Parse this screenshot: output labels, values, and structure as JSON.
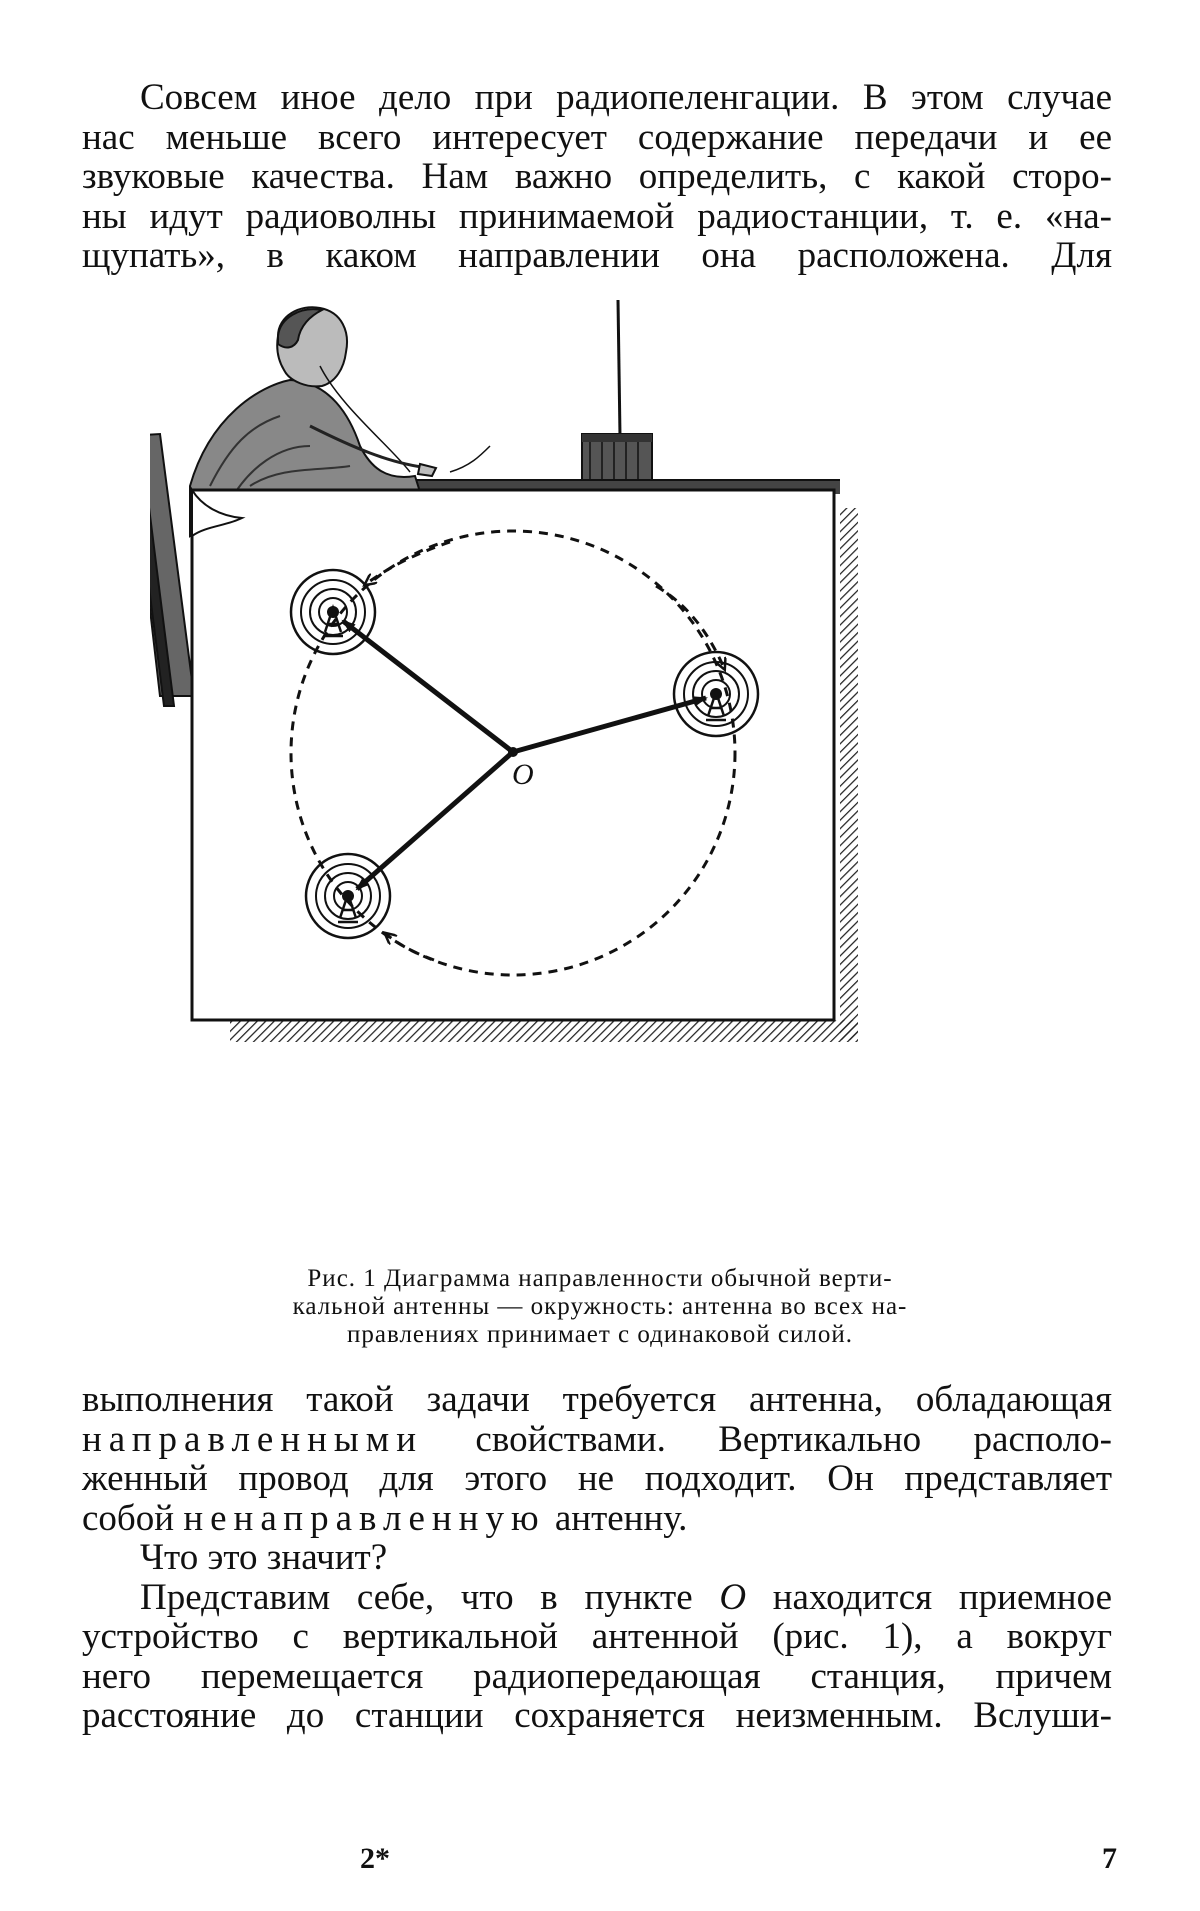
{
  "text_top": {
    "lines": [
      "Совсем иное дело при радиопеленгации. В этом случае",
      "нас меньше всего интересует содержание передачи и ее",
      "звуковые качества. Нам важно определить, с какой сторо-",
      "ны идут радиоволны принимаемой радиостанции, т. е. «на-",
      "щупать», в каком направлении она расположена. Для"
    ]
  },
  "figure": {
    "center_label": "O"
  },
  "caption": {
    "lines": [
      "Рис. 1 Диаграмма направленности обычной верти-",
      "кальной антенны — окружность: антенна во всех на-",
      "правлениях принимает с одинаковой силой."
    ]
  },
  "text_bottom": {
    "line1": "выполнения такой задачи требуется антенна, обладающая",
    "line2_spaced": "направленными",
    "line2_rest": " свойствами. Вертикально располо-",
    "line3": "женный провод для этого не подходит. Он представляет",
    "line4_start": "собой ",
    "line4_spaced": "ненаправленную",
    "line4_end": " антенну.",
    "line5": "Что это значит?",
    "line6_start": "Представим себе, что в пункте ",
    "line6_italic": "O",
    "line6_end": " находится приемное",
    "line7": "устройство с вертикальной антенной (рис. 1), а вокруг",
    "line8": "него перемещается радиопередающая станция, причем",
    "line9": "расстояние до станции сохраняется неизменным. Вслуши-"
  },
  "footer": {
    "signature": "2*",
    "page_number": "7"
  }
}
